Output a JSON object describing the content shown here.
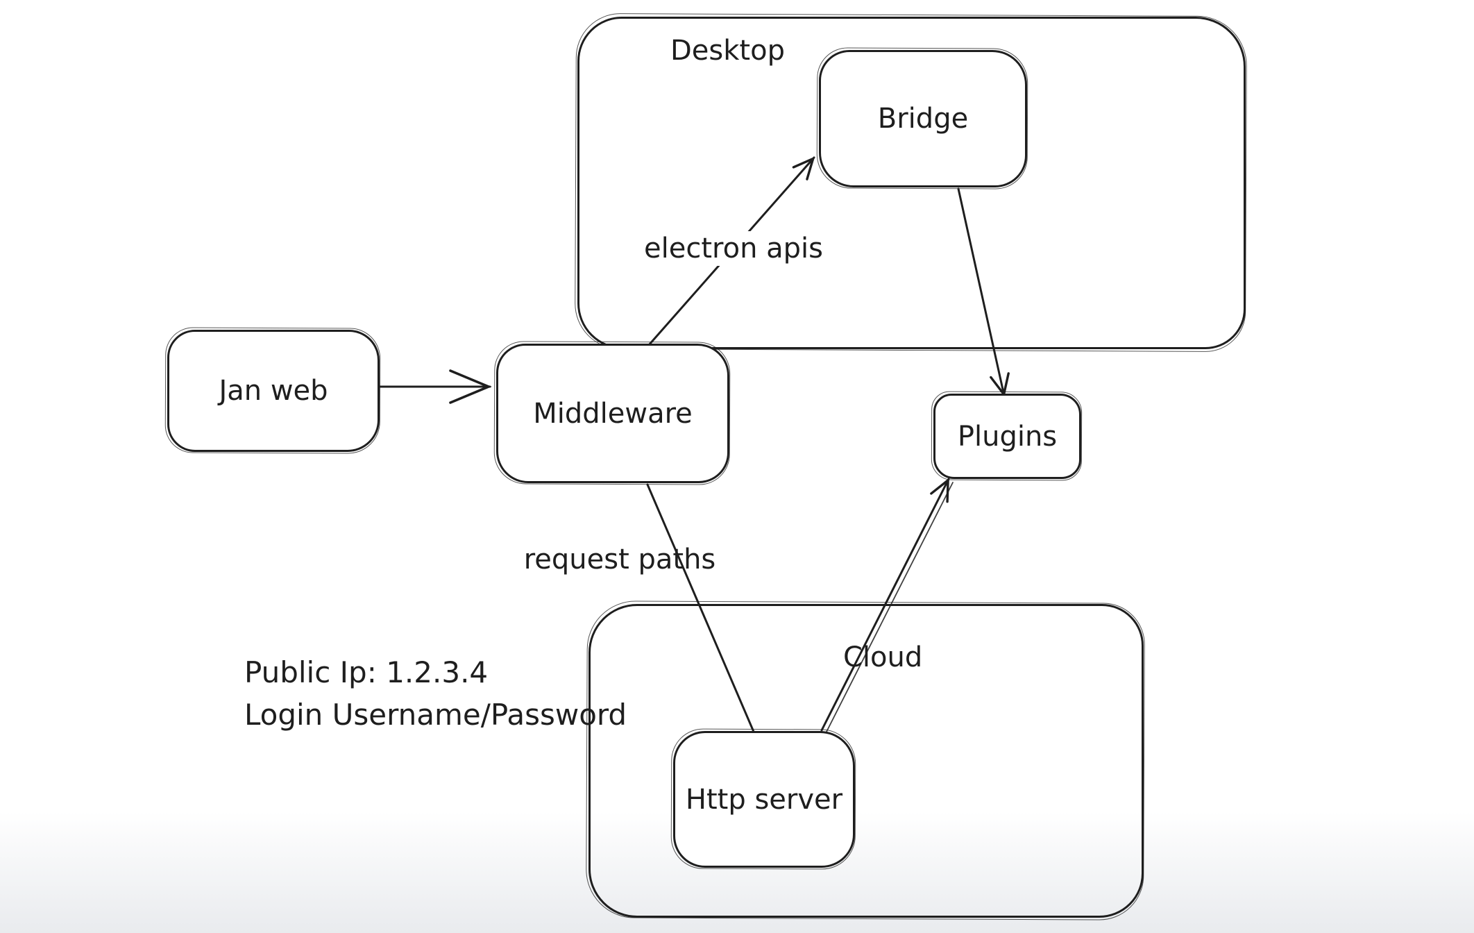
{
  "canvas": {
    "background": "#ffffff",
    "stroke_color": "#1e1e1e",
    "bottom_fade_color": "#e9ebee"
  },
  "diagram": {
    "containers": [
      {
        "id": "desktop",
        "label": "Desktop"
      },
      {
        "id": "cloud",
        "label": "Cloud"
      }
    ],
    "nodes": [
      {
        "id": "jan-web",
        "label": "Jan web"
      },
      {
        "id": "middleware",
        "label": "Middleware"
      },
      {
        "id": "bridge",
        "label": "Bridge"
      },
      {
        "id": "plugins",
        "label": "Plugins"
      },
      {
        "id": "http-server",
        "label": "Http server"
      }
    ],
    "edges": [
      {
        "from": "Jan web",
        "to": "Middleware",
        "label": ""
      },
      {
        "from": "Middleware",
        "to": "Bridge",
        "label": "electron apis"
      },
      {
        "from": "Bridge",
        "to": "Plugins",
        "label": ""
      },
      {
        "from": "Middleware",
        "to": "Http server",
        "label": "request paths"
      },
      {
        "from": "Http server",
        "to": "Plugins",
        "label": ""
      }
    ],
    "notes": {
      "line1": "Public Ip: 1.2.3.4",
      "line2": "Login Username/Password"
    }
  }
}
